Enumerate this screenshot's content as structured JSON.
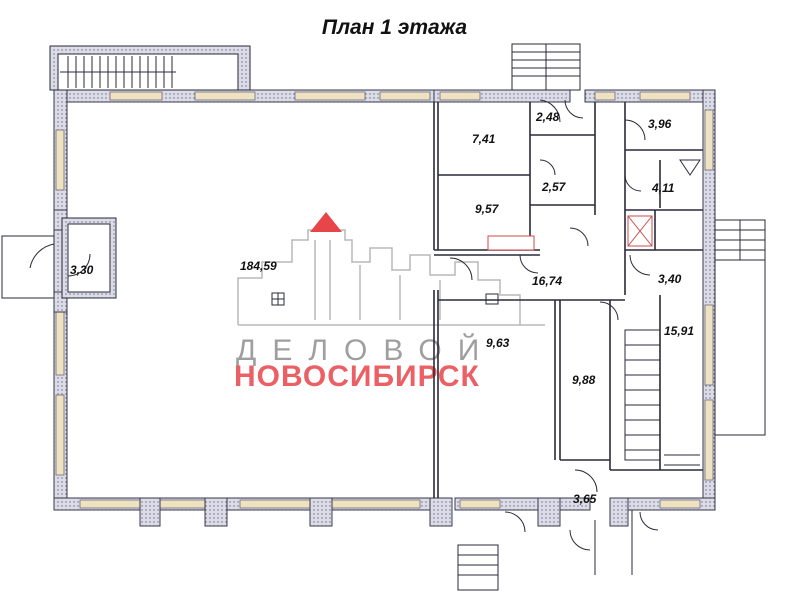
{
  "title": "План 1 этажа",
  "rooms": [
    {
      "id": "hall",
      "area": "184,59"
    },
    {
      "id": "vestibule-left",
      "area": "3,30"
    },
    {
      "id": "room-741",
      "area": "7,41"
    },
    {
      "id": "room-248",
      "area": "2,48"
    },
    {
      "id": "room-396",
      "area": "3,96"
    },
    {
      "id": "room-257",
      "area": "2,57"
    },
    {
      "id": "room-957",
      "area": "9,57"
    },
    {
      "id": "room-411",
      "area": "4,11"
    },
    {
      "id": "room-340",
      "area": "3,40"
    },
    {
      "id": "corridor-1674",
      "area": "16,74"
    },
    {
      "id": "room-963",
      "area": "9,63"
    },
    {
      "id": "room-988",
      "area": "9,88"
    },
    {
      "id": "stair-1591",
      "area": "15,91"
    },
    {
      "id": "room-365",
      "area": "3,65"
    }
  ],
  "watermark": {
    "line1": "ДЕЛОВОЙ",
    "line2": "НОВОСИБИРСК",
    "accent_color": "#e8454a",
    "gray_color": "#8a8a8a"
  },
  "colors": {
    "wall": "#5a5a6e",
    "wall_fill": "#d9d9e6",
    "window": "#e8d8b0",
    "line": "#2a2a3a"
  }
}
